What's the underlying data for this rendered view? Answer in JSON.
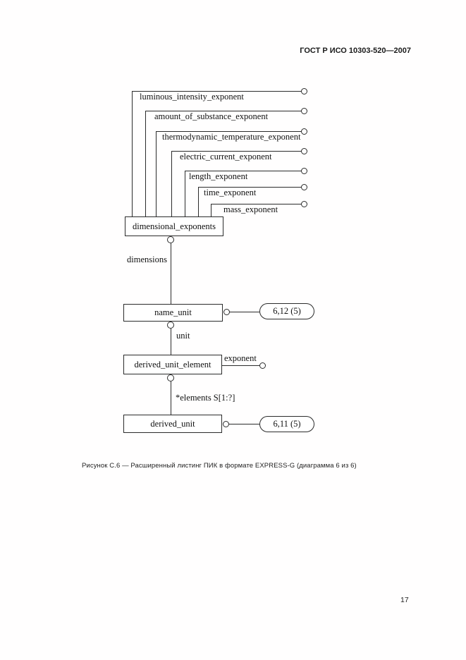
{
  "header": {
    "standard_ref": "ГОСТ Р ИСО 10303-520—2007"
  },
  "diagram": {
    "type": "EXPRESS-G",
    "attributes": [
      {
        "label": "luminous_intensity_exponent"
      },
      {
        "label": "amount_of_substance_exponent"
      },
      {
        "label": "thermodynamic_temperature_exponent"
      },
      {
        "label": "electric_current_exponent"
      },
      {
        "label": "length_exponent"
      },
      {
        "label": "time_exponent"
      },
      {
        "label": "mass_exponent"
      }
    ],
    "entities": [
      {
        "name": "dimensional_exponents"
      },
      {
        "name": "name_unit"
      },
      {
        "name": "derived_unit_element"
      },
      {
        "name": "derived_unit"
      }
    ],
    "relations": {
      "dimensions": "dimensions",
      "unit": "unit",
      "elements": "*elements S[1:?]",
      "exponent": "exponent"
    },
    "page_refs": [
      {
        "label": "6,12 (5)"
      },
      {
        "label": "6,11 (5)"
      }
    ]
  },
  "caption": "Рисунок С.6 — Расширенный листинг ПИК в формате EXPRESS-G (диаграмма 6 из 6)",
  "page_number": "17"
}
